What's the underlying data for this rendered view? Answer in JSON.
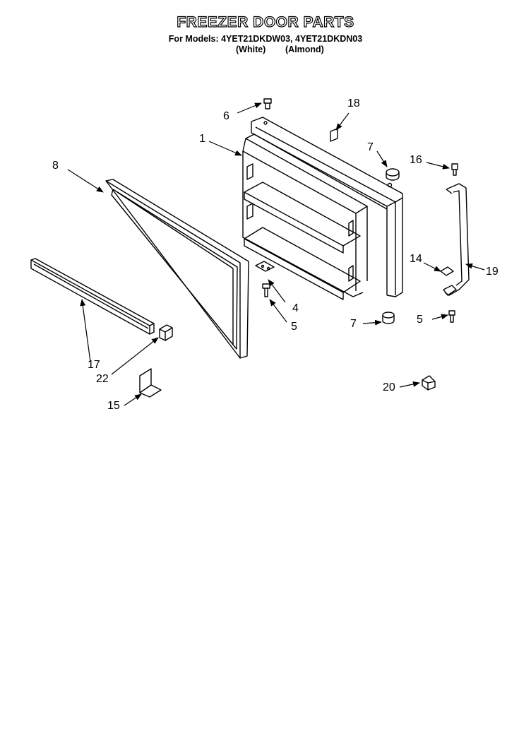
{
  "header": {
    "title": "FREEZER DOOR PARTS",
    "models": "For Models: 4YET21DKDW03, 4YET21DKDN03",
    "variant_white": "(White)",
    "variant_almond": "(Almond)"
  },
  "callouts": {
    "c1": "1",
    "c4": "4",
    "c5a": "5",
    "c5b": "5",
    "c6": "6",
    "c7a": "7",
    "c7b": "7",
    "c8": "8",
    "c14": "14",
    "c15": "15",
    "c16": "16",
    "c17": "17",
    "c18": "18",
    "c19": "19",
    "c20": "20",
    "c22": "22"
  }
}
